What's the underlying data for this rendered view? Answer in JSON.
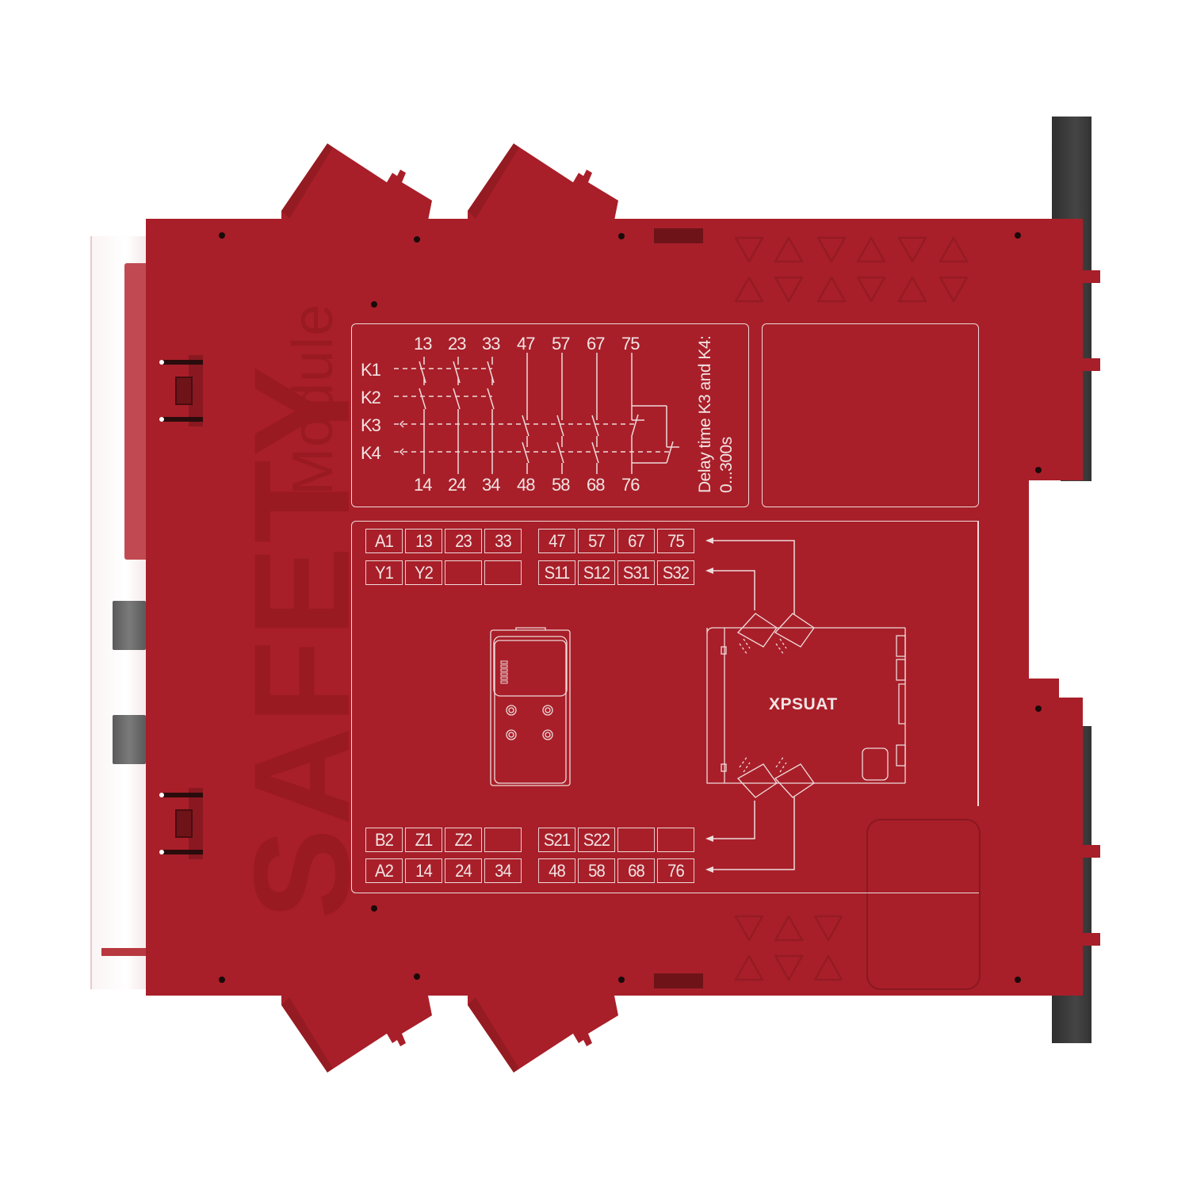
{
  "product": {
    "brand_text": "SAFETY",
    "brand_subtext": "Module",
    "model": "XPSUAT",
    "delay_note_line1": "Delay time K3 and K4:",
    "delay_note_line2": "0...300s"
  },
  "colors": {
    "housing_red": "#a81f29",
    "housing_dark_red": "#8f1820",
    "rail_gray": "#3a3a3a",
    "knob_gray": "#6b6b6b",
    "print_white": "#f3e4e4"
  },
  "diagram": {
    "relays": [
      "K1",
      "K2",
      "K3",
      "K4"
    ],
    "top_terminals": [
      "13",
      "23",
      "33",
      "47",
      "57",
      "67",
      "75"
    ],
    "bottom_terminals": [
      "14",
      "24",
      "34",
      "48",
      "58",
      "68",
      "76"
    ]
  },
  "terminal_blocks": {
    "top_left": [
      [
        "A1",
        "13",
        "23",
        "33"
      ],
      [
        "Y1",
        "Y2",
        "",
        ""
      ]
    ],
    "top_right": [
      [
        "47",
        "57",
        "67",
        "75"
      ],
      [
        "S11",
        "S12",
        "S31",
        "S32"
      ]
    ],
    "bottom_left": [
      [
        "B2",
        "Z1",
        "Z2",
        ""
      ],
      [
        "A2",
        "14",
        "24",
        "34"
      ]
    ],
    "bottom_right": [
      [
        "S21",
        "S22",
        "",
        ""
      ],
      [
        "48",
        "58",
        "68",
        "76"
      ]
    ]
  }
}
